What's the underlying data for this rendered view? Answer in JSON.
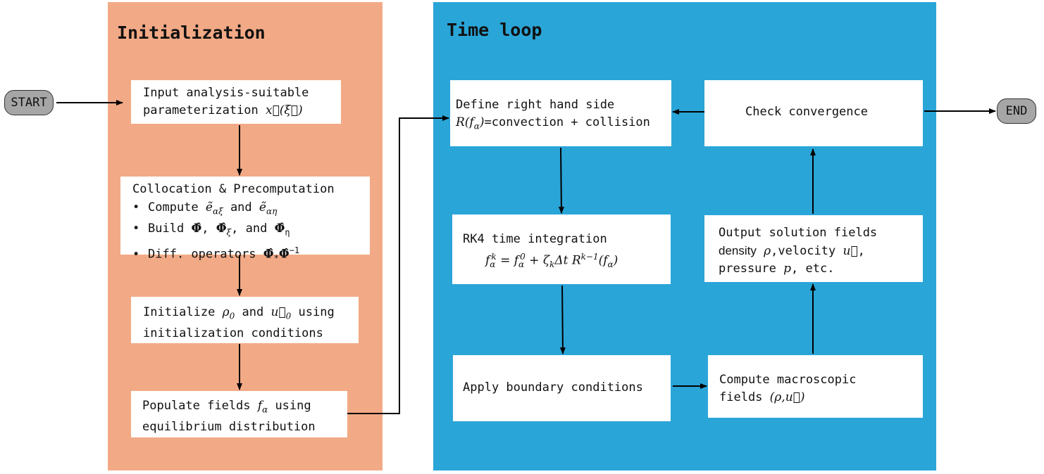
{
  "colors": {
    "init_panel": "#f2aa86",
    "loop_panel": "#2aa5d8",
    "pill": "#a6a6a6"
  },
  "start": "START",
  "end": "END",
  "init": {
    "title": "Initialization",
    "input_line1": "Input analysis-suitable",
    "input_line2": "parameterization",
    "input_math": "x⃗(ξ⃗)",
    "colloc_title": "Collocation & Precomputation",
    "colloc_b1_text": "Compute",
    "colloc_b1_m1": "ẽ",
    "colloc_b1_m1_sub": "αξ",
    "colloc_b1_and": "and",
    "colloc_b1_m2": "ẽ",
    "colloc_b1_m2_sub": "αη",
    "colloc_b2_text": "Build",
    "colloc_b2_phi": "Φ̂",
    "colloc_b2_sub_xi": "ξ",
    "colloc_b2_and": "and",
    "colloc_b2_sub_eta": "η",
    "colloc_b3_text": "Diff. operators",
    "colloc_b3_sub": "*",
    "colloc_b3_sup": "−1",
    "initialize_pre": "Initialize",
    "initialize_rho": "ρ",
    "initialize_rho_sub": "0",
    "initialize_and": "and",
    "initialize_u": "u⃗",
    "initialize_u_sub": "0",
    "initialize_post": "using",
    "initialize_line2": "initialization conditions",
    "populate_pre": "Populate fields",
    "populate_f": "f",
    "populate_f_sub": "α",
    "populate_post": "using",
    "populate_line2": "equilibrium distribution"
  },
  "loop": {
    "title": "Time loop",
    "rhs_line1": "Define right hand side",
    "rhs_R": "R(f",
    "rhs_R_sub": "α",
    "rhs_R_close": ")",
    "rhs_rest": "=convection + collision",
    "rk4_line1": "RK4 time integration",
    "rk4_eq_lhs": "f",
    "rk4_eq_lhs_sub": "α",
    "rk4_eq_lhs_sup": "k",
    "rk4_eq_eq": " = f",
    "rk4_eq_f0_sub": "α",
    "rk4_eq_f0_sup": "0",
    "rk4_eq_plus": " + ζ",
    "rk4_eq_z_sub": "k",
    "rk4_eq_mid": "Δt R",
    "rk4_eq_R_sup": "k−1",
    "rk4_eq_tail": "(f",
    "rk4_eq_tail_sub": "α",
    "rk4_eq_close": ")",
    "boundary": "Apply boundary conditions",
    "macro_line1": "Compute macroscopic",
    "macro_line2_pre": "fields",
    "macro_line2_math": "(ρ,u⃗)",
    "output_line1": "Output solution fields",
    "output_density": "density",
    "output_rho": "ρ",
    "output_velocity": ",velocity",
    "output_u": "u⃗",
    "output_comma": ",",
    "output_pressure": "pressure",
    "output_p": "p",
    "output_etc": ", etc.",
    "convergence": "Check convergence"
  }
}
